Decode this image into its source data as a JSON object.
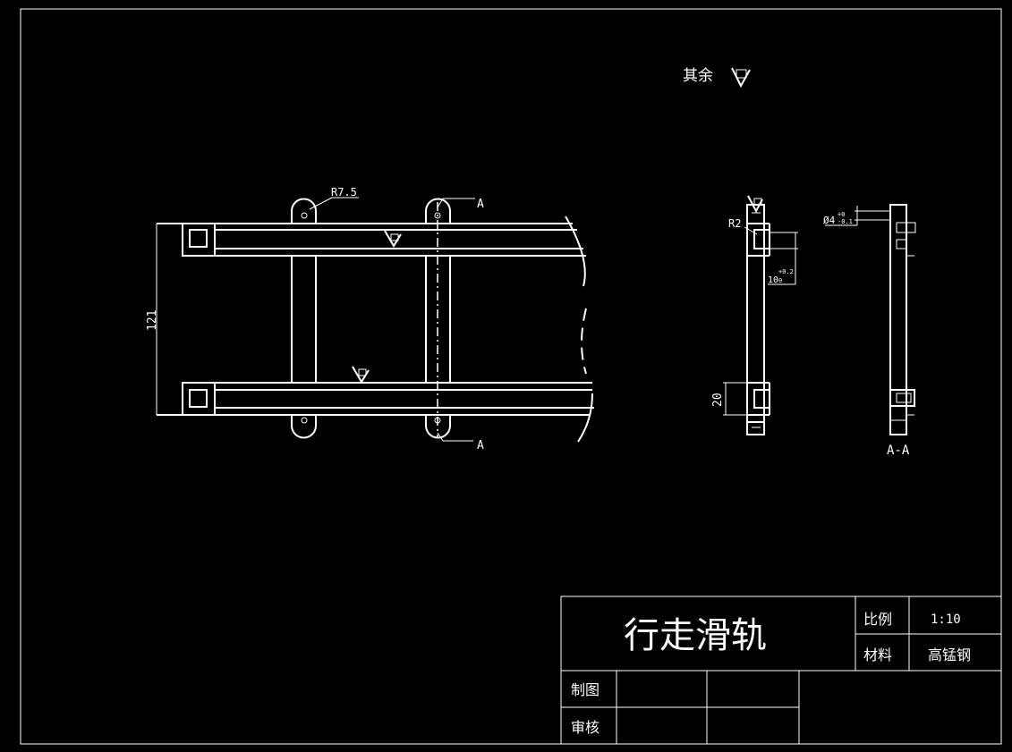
{
  "surface_note": {
    "label": "其余"
  },
  "front_view": {
    "radius_label": "R7.5",
    "section_marker_top": "A",
    "section_marker_bottom": "A",
    "height_dimension": "121"
  },
  "side_view": {
    "radius_label": "R2",
    "slot_dimension": "10",
    "slot_tol_upper": "+0.2",
    "slot_tol_lower": "0",
    "flange_dimension": "20"
  },
  "section_view": {
    "hole_label": "Ø4",
    "hole_tol_upper": "+0",
    "hole_tol_lower": "-0.1",
    "caption": "A-A"
  },
  "title_block": {
    "drawing_title": "行走滑轨",
    "scale_label": "比例",
    "scale_value": "1:10",
    "material_label": "材料",
    "material_value": "高锰钢",
    "drawn_by_label": "制图",
    "checked_by_label": "审核"
  }
}
